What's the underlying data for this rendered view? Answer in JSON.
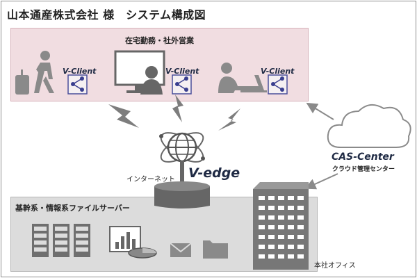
{
  "title": "山本通産株式会社 様　システム構成図",
  "remote_zone": {
    "label": "在宅勤務・社外営業",
    "client_label": "V-Client"
  },
  "internet_label": "インターネット",
  "vedge_label": "V-edge",
  "cas": {
    "name": "CAS-Center",
    "subtitle": "クラウド管理センター"
  },
  "server_zone": {
    "label": "基幹系・情報系ファイルサーバー"
  },
  "office_label": "本社オフィス",
  "colors": {
    "remote_zone_fill": "#f1dde1",
    "server_zone_fill": "#dcdcdc",
    "icon_gray": "#8a8a8a",
    "icon_dark": "#555555",
    "share_blue": "#3a3f8f"
  },
  "icons": [
    "walking-traveler-icon",
    "monitor-user-icon",
    "laptop-user-icon",
    "share-icon",
    "lightning-icon",
    "globe-icon",
    "cloud-icon",
    "server-rack-icon",
    "chart-icon",
    "mail-icon",
    "folder-icon",
    "office-building-icon"
  ]
}
